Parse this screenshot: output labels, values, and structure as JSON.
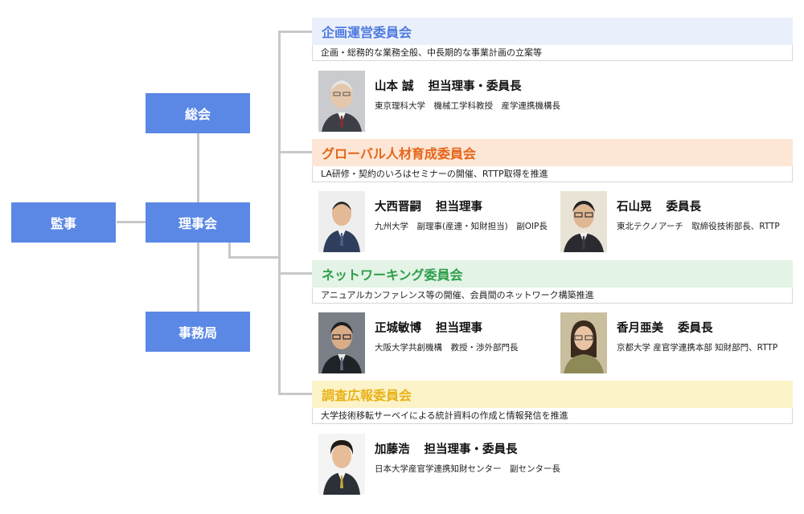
{
  "org": {
    "soukai": "総会",
    "rijikai": "理事会",
    "kanji": "監事",
    "jimukyoku": "事務局"
  },
  "committees": [
    {
      "title": "企画運営委員会",
      "description": "企画・総務的な業務全般、中長期的な事業計画の立案等",
      "color": "#4f7ae0",
      "bg": "#eaf0fb",
      "members": [
        {
          "name": "山本 誠",
          "role": "担当理事・委員長",
          "affiliation": "東京理科大学　機械工学科教授　産学連携機構長"
        }
      ]
    },
    {
      "title": "グローバル人材育成委員会",
      "description": "LA研修・契約のいろはセミナーの開催、RTTP取得を推進",
      "color": "#e5651a",
      "bg": "#fde6d5",
      "members": [
        {
          "name": "大西晋嗣",
          "role": "担当理事",
          "affiliation": "九州大学　副理事(産連・知財担当)　副OIP長"
        },
        {
          "name": "石山晃",
          "role": "委員長",
          "affiliation": "東北テクノアーチ　取締役技術部長、RTTP"
        }
      ]
    },
    {
      "title": "ネットワーキング委員会",
      "description": "アニュアルカンファレンス等の開催、会員間のネットワーク構築推進",
      "color": "#2e9e4a",
      "bg": "#e3f3e6",
      "members": [
        {
          "name": "正城敏博",
          "role": "担当理事",
          "affiliation": "大阪大学共創機構　教授・渉外部門長"
        },
        {
          "name": "香月亜美",
          "role": "委員長",
          "affiliation": "京都大学 産官学連携本部 知財部門、RTTP"
        }
      ]
    },
    {
      "title": "調査広報委員会",
      "description": "大学技術移転サーベイによる統計資料の作成と情報発信を推進",
      "color": "#e8b21a",
      "bg": "#fdf3c8",
      "members": [
        {
          "name": "加藤浩",
          "role": "担当理事・委員長",
          "affiliation": "日本大学産官学連携知財センター　副センター長"
        }
      ]
    }
  ]
}
